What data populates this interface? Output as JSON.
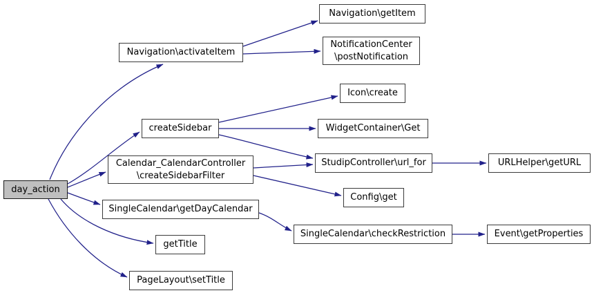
{
  "diagram": {
    "type": "call-graph",
    "root": "day_action",
    "colors": {
      "edge": "#21218a",
      "nodeBorder": "#3a3a3a",
      "nodeFill": "#ffffff",
      "rootFill": "#bfbfbf",
      "text": "#000000",
      "background": "#ffffff"
    },
    "nodes": [
      {
        "id": "day_action",
        "label": "day_action",
        "root": true
      },
      {
        "id": "navigation_activateitem",
        "label": "Navigation\\activateItem"
      },
      {
        "id": "navigation_getitem",
        "label": "Navigation\\getItem"
      },
      {
        "id": "notificationcenter_postnotification",
        "label": "NotificationCenter\n\\postNotification"
      },
      {
        "id": "createsidebar",
        "label": "createSidebar"
      },
      {
        "id": "icon_create",
        "label": "Icon\\create"
      },
      {
        "id": "widgetcontainer_get",
        "label": "WidgetContainer\\Get"
      },
      {
        "id": "studipcontroller_url_for",
        "label": "StudipController\\url_for"
      },
      {
        "id": "urlhelper_geturl",
        "label": "URLHelper\\getURL"
      },
      {
        "id": "calendar_calendarcontroller_createsidebarfilter",
        "label": "Calendar_CalendarController\n\\createSidebarFilter"
      },
      {
        "id": "config_get",
        "label": "Config\\get"
      },
      {
        "id": "singlecalendar_getdaycalendar",
        "label": "SingleCalendar\\getDayCalendar"
      },
      {
        "id": "singlecalendar_checkrestriction",
        "label": "SingleCalendar\\checkRestriction"
      },
      {
        "id": "event_getproperties",
        "label": "Event\\getProperties"
      },
      {
        "id": "gettitle",
        "label": "getTitle"
      },
      {
        "id": "pagelayout_settitle",
        "label": "PageLayout\\setTitle"
      }
    ],
    "edges": [
      {
        "from": "day_action",
        "to": "navigation_activateitem"
      },
      {
        "from": "day_action",
        "to": "createsidebar"
      },
      {
        "from": "day_action",
        "to": "calendar_calendarcontroller_createsidebarfilter"
      },
      {
        "from": "day_action",
        "to": "singlecalendar_getdaycalendar"
      },
      {
        "from": "day_action",
        "to": "gettitle"
      },
      {
        "from": "day_action",
        "to": "pagelayout_settitle"
      },
      {
        "from": "navigation_activateitem",
        "to": "navigation_getitem"
      },
      {
        "from": "navigation_activateitem",
        "to": "notificationcenter_postnotification"
      },
      {
        "from": "createsidebar",
        "to": "icon_create"
      },
      {
        "from": "createsidebar",
        "to": "widgetcontainer_get"
      },
      {
        "from": "createsidebar",
        "to": "studipcontroller_url_for"
      },
      {
        "from": "calendar_calendarcontroller_createsidebarfilter",
        "to": "studipcontroller_url_for"
      },
      {
        "from": "calendar_calendarcontroller_createsidebarfilter",
        "to": "config_get"
      },
      {
        "from": "singlecalendar_getdaycalendar",
        "to": "singlecalendar_checkrestriction"
      },
      {
        "from": "studipcontroller_url_for",
        "to": "urlhelper_geturl"
      },
      {
        "from": "singlecalendar_checkrestriction",
        "to": "event_getproperties"
      }
    ]
  }
}
